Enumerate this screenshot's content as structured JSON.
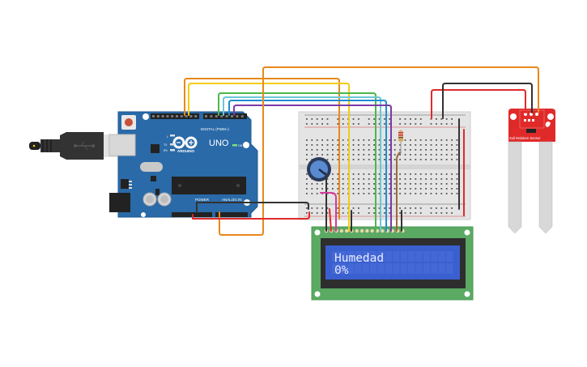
{
  "canvas": {
    "background": "#ffffff"
  },
  "arduino": {
    "model_label": "UNO",
    "brand_label": "ARDUINO",
    "digital_label": "DIGITAL (PWM~)",
    "power_label": "POWER",
    "analog_label": "ANALOG IN",
    "on_label": "ON",
    "tx_label": "TX",
    "rx_label": "RX",
    "l_label": "L",
    "board_color": "#2a6aa8"
  },
  "lcd": {
    "line1": "Humedad",
    "line2": "0%",
    "pcb_color": "#5aaa63",
    "screen_color": "#3a5fcf"
  },
  "sensor": {
    "label": "Soil Moisture Sensor",
    "pcb_color": "#e02a2a"
  },
  "wires": {
    "orange": "#e8891a",
    "yellow": "#f2cc14",
    "green": "#4bb84a",
    "light_blue": "#6cc6d8",
    "blue": "#1f8fd0",
    "purple": "#7a3aa8",
    "red": "#e02a2a",
    "black": "#333333",
    "pink": "#d63a9a",
    "brown": "#9a6a3a"
  }
}
